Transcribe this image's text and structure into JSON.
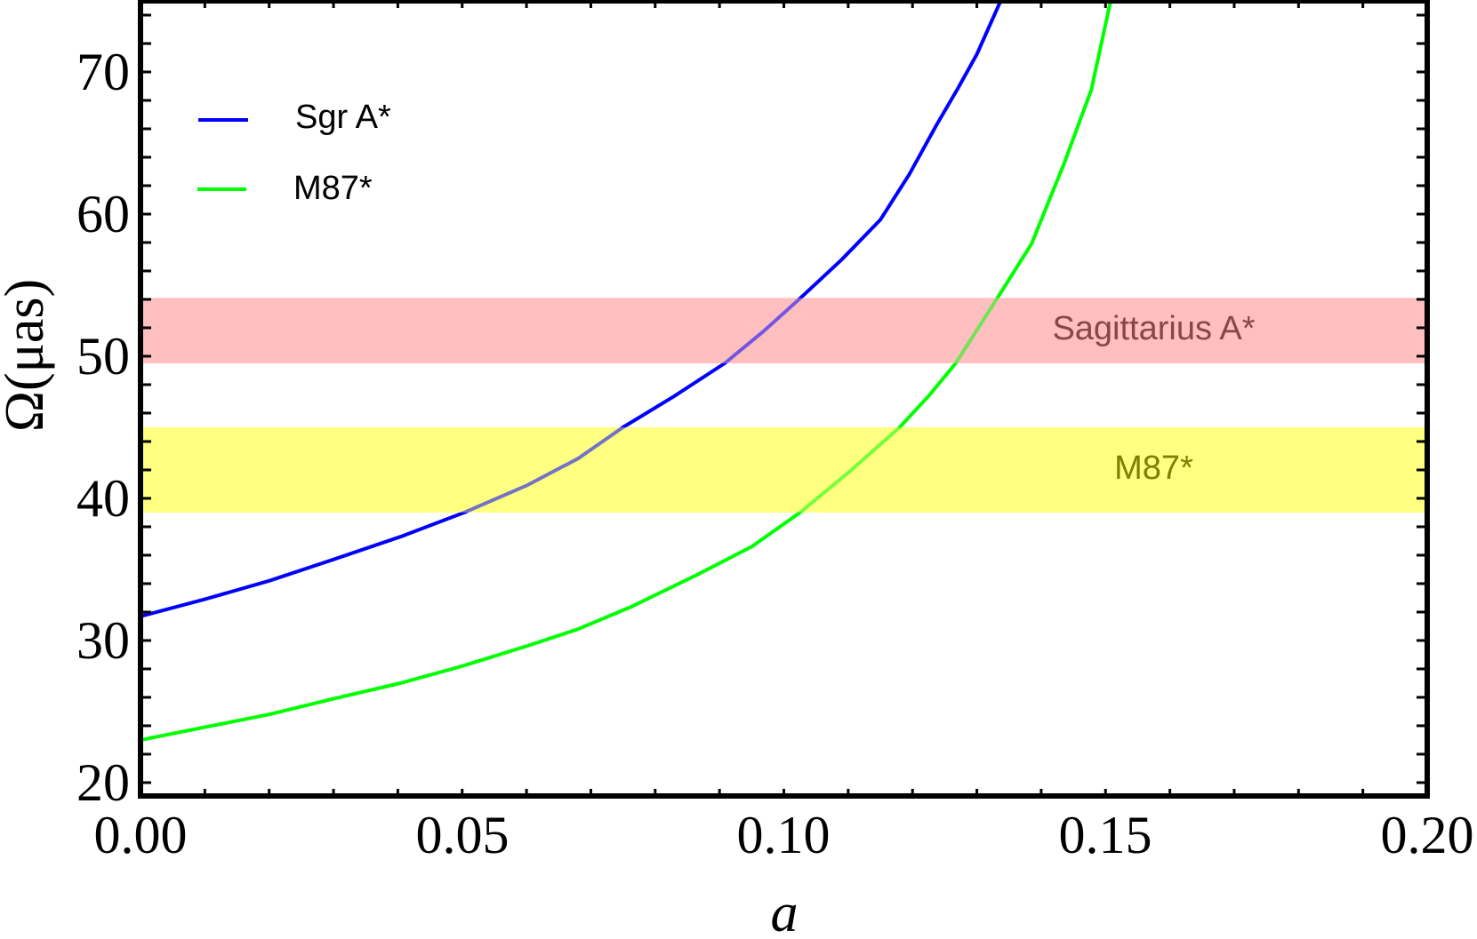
{
  "chart_data": {
    "type": "line",
    "title": "",
    "xlabel": "a",
    "ylabel": "Ω(μas)",
    "xlim": [
      0.0,
      0.2
    ],
    "ylim": [
      19.06,
      75
    ],
    "grid": false,
    "legend_position": "upper-left",
    "x_ticks": [
      "0.00",
      "0.05",
      "0.10",
      "0.15",
      "0.20"
    ],
    "x_tick_values": [
      0.0,
      0.05,
      0.1,
      0.15,
      0.2
    ],
    "y_ticks": [
      "20",
      "30",
      "40",
      "50",
      "60",
      "70"
    ],
    "y_tick_values": [
      20,
      30,
      40,
      50,
      60,
      70
    ],
    "x_minor_step": 0.01,
    "y_minor_step": 2,
    "series": [
      {
        "name": "Sgr A*",
        "color": "#0000ff",
        "x": [
          0.0,
          0.01,
          0.02,
          0.03,
          0.0404,
          0.0503,
          0.06,
          0.068,
          0.075,
          0.083,
          0.0908,
          0.0967,
          0.1026,
          0.109,
          0.115,
          0.1195,
          0.1237,
          0.127,
          0.13,
          0.1337
        ],
        "y": [
          31.7,
          32.9,
          34.2,
          35.7,
          37.3,
          39.0,
          40.9,
          42.8,
          45.0,
          47.2,
          49.5,
          51.7,
          54.1,
          56.8,
          59.6,
          62.8,
          66.25,
          68.8,
          71.25,
          75.0
        ]
      },
      {
        "name": "M87*",
        "color": "#00ff00",
        "x": [
          0.0,
          0.01,
          0.02,
          0.03,
          0.0404,
          0.05,
          0.06,
          0.068,
          0.0764,
          0.0864,
          0.095,
          0.1025,
          0.11,
          0.118,
          0.1225,
          0.1267,
          0.1325,
          0.1385,
          0.1436,
          0.1478,
          0.1508
        ],
        "y": [
          23.0,
          23.9,
          24.8,
          25.9,
          27.0,
          28.2,
          29.6,
          30.8,
          32.4,
          34.6,
          36.6,
          39.0,
          41.8,
          45.0,
          47.2,
          49.5,
          53.6,
          57.9,
          63.6,
          68.75,
          75.0
        ]
      }
    ],
    "bands": [
      {
        "label": "Sagittarius A*",
        "ymin": 49.5,
        "ymax": 54.1,
        "fill": "#ffbfbf",
        "text_color": "#8b4545",
        "label_x": 0.1575,
        "label_y": 51.8
      },
      {
        "label": "M87*",
        "ymin": 39.0,
        "ymax": 45.0,
        "fill": "#ffff80",
        "text_color": "#808000",
        "label_x": 0.1575,
        "label_y": 42.0
      }
    ],
    "legend": [
      {
        "label": "Sgr A*",
        "color": "#0000ff"
      },
      {
        "label": "M87*",
        "color": "#00ff00"
      }
    ]
  }
}
